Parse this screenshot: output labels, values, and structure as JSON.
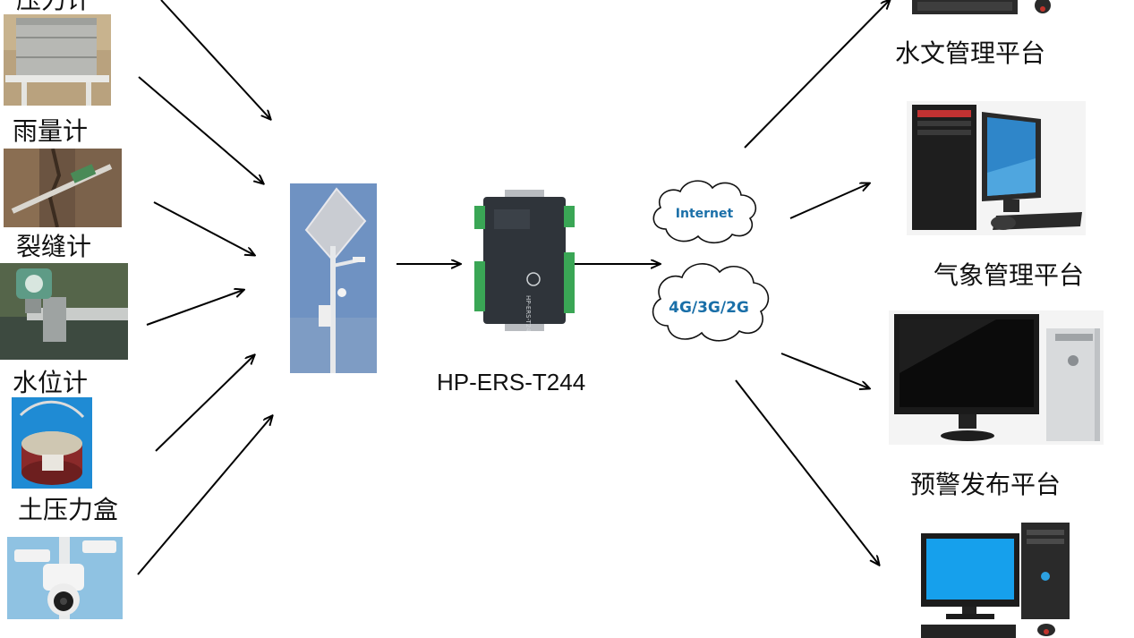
{
  "sensors": [
    {
      "label": "压力计"
    },
    {
      "label": "雨量计"
    },
    {
      "label": "裂缝计"
    },
    {
      "label": "水位计"
    },
    {
      "label": "土压力盒"
    }
  ],
  "device": {
    "model": "HP-ERS-T244",
    "case_text": "HP-ERS-T244"
  },
  "network": {
    "cloud1": "Internet",
    "cloud2": "4G/3G/2G"
  },
  "platforms": [
    {
      "label": "水文管理平台"
    },
    {
      "label": "气象管理平台"
    },
    {
      "label": "预警发布平台"
    }
  ],
  "colors": {
    "cloud_text": "#1a6fa8",
    "device_green": "#3aa655",
    "device_body": "#2f343a"
  }
}
